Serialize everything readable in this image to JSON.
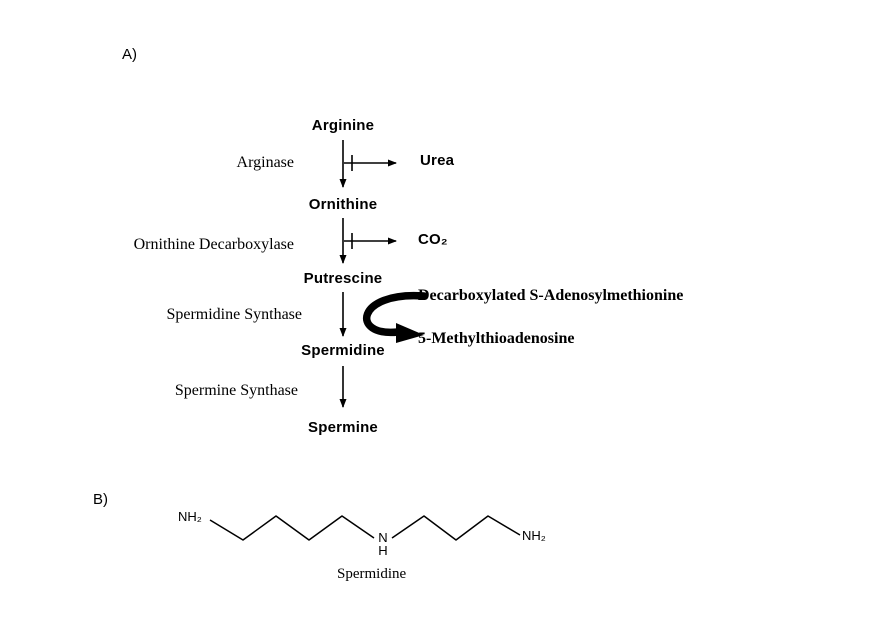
{
  "panel_a": {
    "label": "A)",
    "pathway": {
      "steps": [
        {
          "substrate": "Arginine",
          "enzyme": "Arginase",
          "product": "Ornithine",
          "byproduct": "Urea"
        },
        {
          "substrate": "Ornithine",
          "enzyme": "Ornithine Decarboxylase",
          "product": "Putrescine",
          "byproduct": "CO₂"
        },
        {
          "substrate": "Putrescine",
          "enzyme": "Spermidine Synthase",
          "product": "Spermidine",
          "cosubstrate": "Decarboxylated S-Adenosylmethionine",
          "coproduct": "5-Methylthioadenosine"
        },
        {
          "substrate": "Spermidine",
          "enzyme": "Spermine Synthase",
          "product": "Spermine"
        }
      ]
    }
  },
  "panel_b": {
    "label": "B)",
    "molecule": {
      "amine_left": "NH₂",
      "nitrogen_middle": "N",
      "hydrogen_middle": "H",
      "amine_right": "NH₂",
      "caption": "Spermidine"
    }
  },
  "colors": {
    "ink": "#000000",
    "background": "#ffffff"
  }
}
